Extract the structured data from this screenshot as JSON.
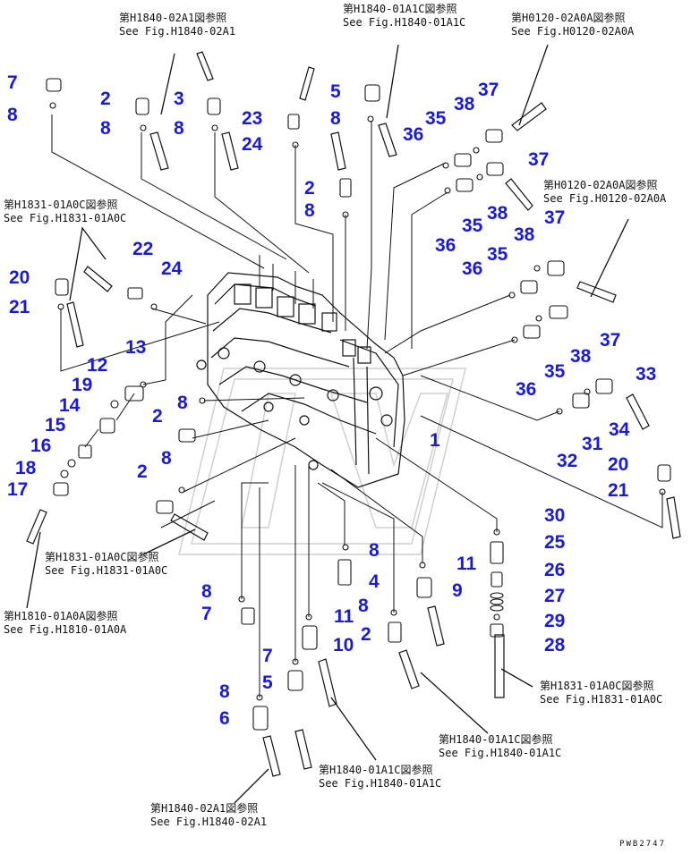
{
  "callouts": [
    {
      "id": "7"
    },
    {
      "id": "8"
    },
    {
      "id": "2"
    },
    {
      "id": "8"
    },
    {
      "id": "3"
    },
    {
      "id": "8"
    },
    {
      "id": "23"
    },
    {
      "id": "24"
    },
    {
      "id": "5"
    },
    {
      "id": "8"
    },
    {
      "id": "38"
    },
    {
      "id": "37"
    },
    {
      "id": "35"
    },
    {
      "id": "36"
    },
    {
      "id": "37"
    },
    {
      "id": "2"
    },
    {
      "id": "8"
    },
    {
      "id": "35"
    },
    {
      "id": "38"
    },
    {
      "id": "36"
    },
    {
      "id": "37"
    },
    {
      "id": "38"
    },
    {
      "id": "35"
    },
    {
      "id": "36"
    },
    {
      "id": "22"
    },
    {
      "id": "24"
    },
    {
      "id": "20"
    },
    {
      "id": "21"
    },
    {
      "id": "13"
    },
    {
      "id": "12"
    },
    {
      "id": "19"
    },
    {
      "id": "14"
    },
    {
      "id": "15"
    },
    {
      "id": "16"
    },
    {
      "id": "18"
    },
    {
      "id": "17"
    },
    {
      "id": "8"
    },
    {
      "id": "2"
    },
    {
      "id": "8"
    },
    {
      "id": "2"
    },
    {
      "id": "37"
    },
    {
      "id": "38"
    },
    {
      "id": "35"
    },
    {
      "id": "36"
    },
    {
      "id": "33"
    },
    {
      "id": "34"
    },
    {
      "id": "31"
    },
    {
      "id": "32"
    },
    {
      "id": "1"
    },
    {
      "id": "20"
    },
    {
      "id": "21"
    },
    {
      "id": "30"
    },
    {
      "id": "25"
    },
    {
      "id": "26"
    },
    {
      "id": "27"
    },
    {
      "id": "29"
    },
    {
      "id": "28"
    },
    {
      "id": "8"
    },
    {
      "id": "4"
    },
    {
      "id": "11"
    },
    {
      "id": "9"
    },
    {
      "id": "8"
    },
    {
      "id": "7"
    },
    {
      "id": "11"
    },
    {
      "id": "8"
    },
    {
      "id": "2"
    },
    {
      "id": "10"
    },
    {
      "id": "7"
    },
    {
      "id": "5"
    },
    {
      "id": "8"
    },
    {
      "id": "6"
    }
  ],
  "references": [
    {
      "jp": "第H1840-02A1図参照",
      "en": "See Fig.H1840-02A1"
    },
    {
      "jp": "第H1840-01A1C図参照",
      "en": "See Fig.H1840-01A1C"
    },
    {
      "jp": "第H0120-02A0A図参照",
      "en": "See Fig.H0120-02A0A"
    },
    {
      "jp": "第H0120-02A0A図参照",
      "en": "See Fig.H0120-02A0A"
    },
    {
      "jp": "第H1831-01A0C図参照",
      "en": "See Fig.H1831-01A0C"
    },
    {
      "jp": "第H1831-01A0C図参照",
      "en": "See Fig.H1831-01A0C"
    },
    {
      "jp": "第H1810-01A0A図参照",
      "en": "See Fig.H1810-01A0A"
    },
    {
      "jp": "第H1831-01A0C図参照",
      "en": "See Fig.H1831-01A0C"
    },
    {
      "jp": "第H1840-01A1C図参照",
      "en": "See Fig.H1840-01A1C"
    },
    {
      "jp": "第H1840-01A1C図参照",
      "en": "See Fig.H1840-01A1C"
    },
    {
      "jp": "第H1840-02A1図参照",
      "en": "See Fig.H1840-02A1"
    }
  ],
  "drawing_code": "PWB2747",
  "colors": {
    "callout": "#1a1ad8",
    "line": "#111111"
  }
}
